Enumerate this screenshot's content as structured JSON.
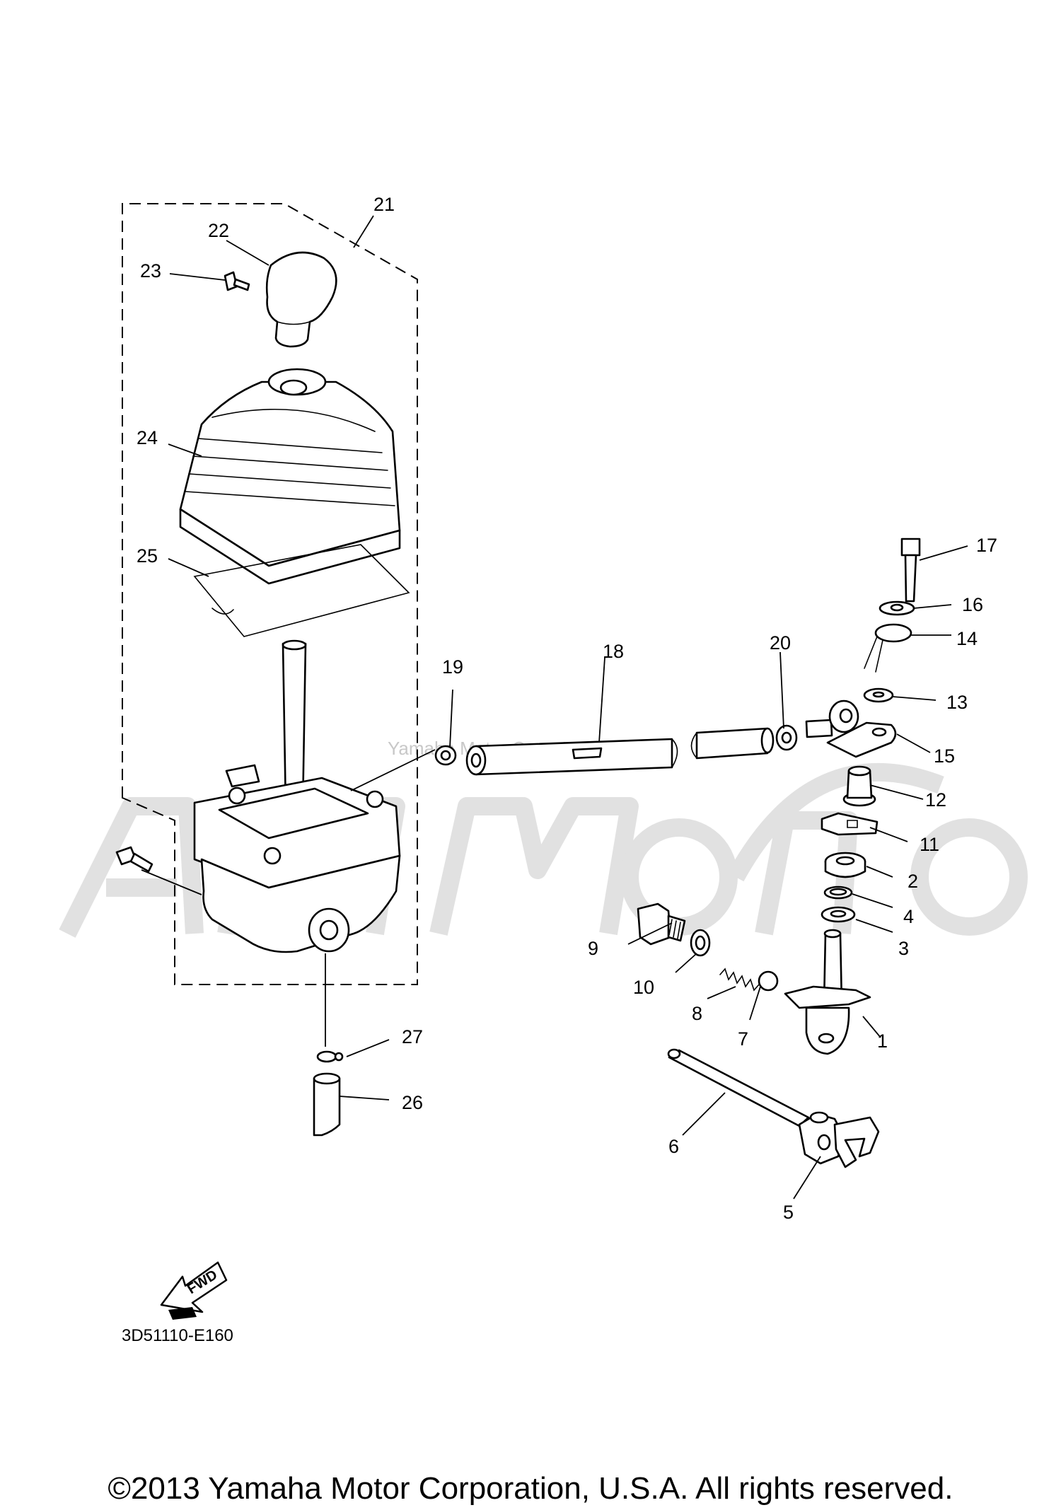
{
  "diagram": {
    "code": "3D51110-E160",
    "fwd_label": "FWD",
    "watermark_text": "Yamaha Motor Corp, U.S.A."
  },
  "callouts": {
    "c1": "1",
    "c2": "2",
    "c3": "3",
    "c4": "4",
    "c5": "5",
    "c6": "6",
    "c7": "7",
    "c8": "8",
    "c9": "9",
    "c10": "10",
    "c11": "11",
    "c12": "12",
    "c13": "13",
    "c14": "14",
    "c15": "15",
    "c16": "16",
    "c17": "17",
    "c18": "18",
    "c19": "19",
    "c20": "20",
    "c21": "21",
    "c22": "22",
    "c23": "23",
    "c24": "24",
    "c25": "25",
    "c26": "26",
    "c27": "27"
  },
  "footer": {
    "copyright": "©2013 Yamaha Motor Corporation, U.S.A. All rights reserved."
  },
  "icons": {
    "fwd_arrow": "fwd-arrow-icon"
  }
}
